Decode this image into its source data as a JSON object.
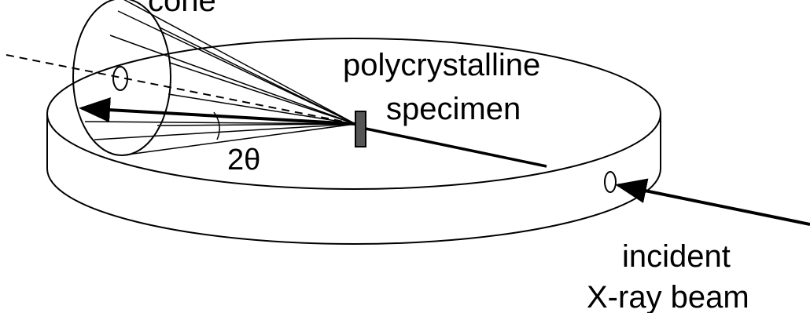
{
  "labels": {
    "cone": "cone",
    "specimen_line1": "polycrystalline",
    "specimen_line2": "specimen",
    "angle": "2θ",
    "beam_line1": "incident",
    "beam_line2": "X-ray beam"
  }
}
